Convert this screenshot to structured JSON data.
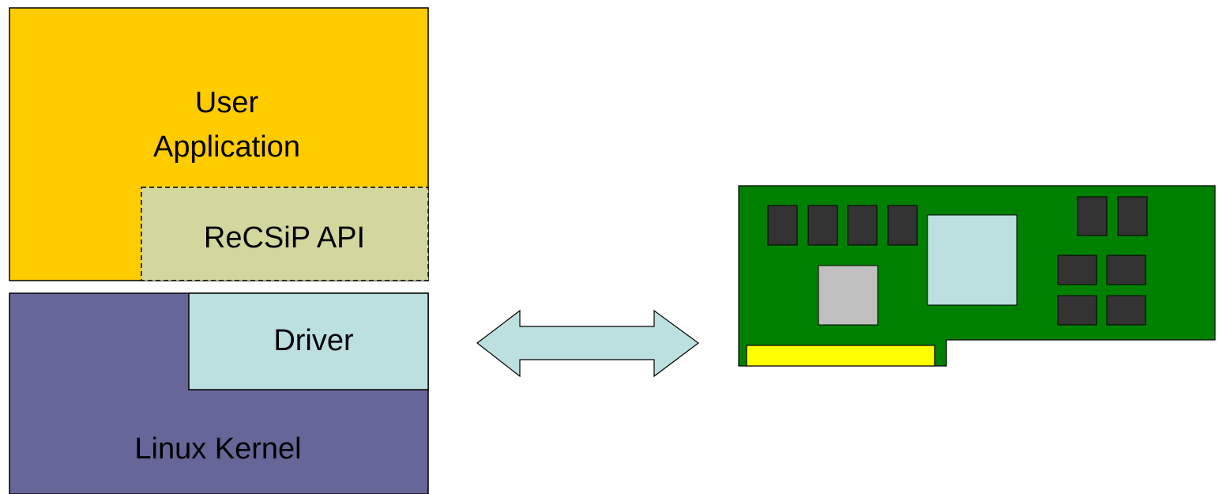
{
  "software_stack": {
    "user_application": {
      "line1": "User",
      "line2": "Application",
      "color": "#FFCC00"
    },
    "recsip_api": {
      "label": "ReCSiP API",
      "color": "#D3D79E"
    },
    "linux_kernel": {
      "label": "Linux Kernel",
      "color": "#666699"
    },
    "driver": {
      "label": "Driver",
      "color": "#BCDFE0"
    }
  },
  "connector": {
    "icon": "double-headed-arrow-icon",
    "color": "#BCDFE0"
  },
  "hardware_card": {
    "icon": "pci-expansion-card-icon",
    "board_color": "#008000",
    "edge_connector_color": "#FFFF00",
    "chip_color": "#333333",
    "fpga_color": "#BCDFE0",
    "aux_chip_color": "#C0C0C0"
  }
}
